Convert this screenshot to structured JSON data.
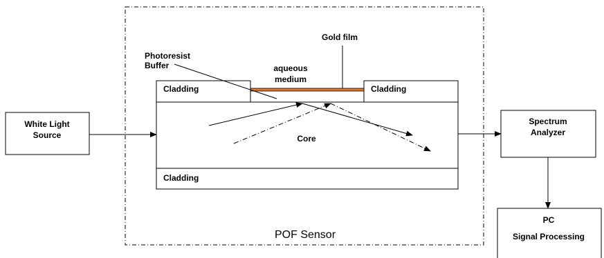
{
  "sensor": {
    "label": "POF Sensor",
    "core_label": "Core",
    "cladding_top_left": "Cladding",
    "cladding_top_right": "Cladding",
    "cladding_bottom": "Cladding",
    "aqueous_line1": "aqueous",
    "aqueous_line2": "medium",
    "gold_film_label": "Gold film",
    "photoresist_line1": "Photoresist",
    "photoresist_line2": "Buffer"
  },
  "source": {
    "line1": "White Light",
    "line2": "Source"
  },
  "analyzer": {
    "line1": "Spectrum",
    "line2": "Analyzer"
  },
  "pc": {
    "line1": "PC",
    "line2": "Signal Processing"
  },
  "colors": {
    "gold_film": "#e07a2e",
    "line": "#000000",
    "background": "#ffffff"
  }
}
